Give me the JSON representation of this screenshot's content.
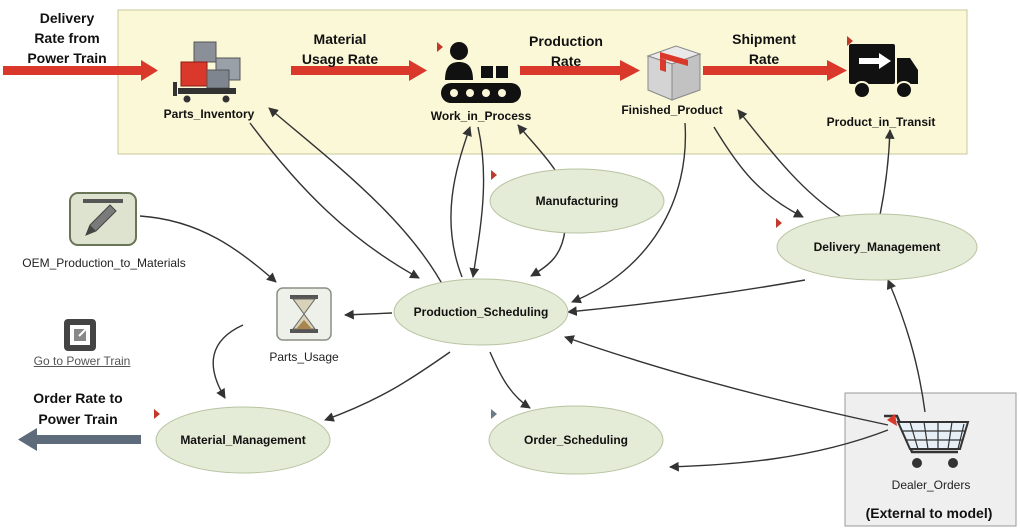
{
  "colors": {
    "model_region_fill": "#fbf8d8",
    "model_region_stroke": "#c9c79a",
    "flow_arrow": "#d9382b",
    "connector": "#333333",
    "module_fill": "#e4ebd6",
    "module_stroke": "#b8c4a2",
    "external_fill": "#efefef",
    "external_stroke": "#9a9a9a",
    "power_train_arrow": "#5d6b7a",
    "module_marker": "#c0392b"
  },
  "stocks": {
    "parts_inventory": {
      "label": "Parts_Inventory",
      "icon": "boxes-on-cart-icon"
    },
    "work_in_process": {
      "label": "Work_in_Process",
      "icon": "worker-conveyor-icon"
    },
    "finished_product": {
      "label": "Finished_Product",
      "icon": "package-box-icon"
    },
    "product_in_transit": {
      "label": "Product_in_Transit",
      "icon": "delivery-truck-icon"
    }
  },
  "flows": {
    "delivery_rate_from_power_train": "Delivery\nRate from\nPower Train",
    "material_usage_rate": "Material\nUsage Rate",
    "production_rate": "Production\nRate",
    "shipment_rate": "Shipment\nRate"
  },
  "modules": {
    "manufacturing": "Manufacturing",
    "delivery_management": "Delivery_Management",
    "production_scheduling": "Production_Scheduling",
    "material_management": "Material_Management",
    "order_scheduling": "Order_Scheduling"
  },
  "variables": {
    "oem_production_to_materials": {
      "label": "OEM_Production_to_Materials",
      "icon": "pencil-edit-icon"
    },
    "parts_usage": {
      "label": "Parts_Usage",
      "icon": "hourglass-icon"
    }
  },
  "navigation": {
    "go_to_power_train": {
      "label": "Go to Power Train",
      "icon": "window-link-icon"
    }
  },
  "outputs": {
    "order_rate_to_power_train": "Order Rate to\nPower Train"
  },
  "external": {
    "dealer_orders": {
      "label": "Dealer_Orders",
      "icon": "shopping-cart-icon"
    },
    "caption": "(External to model)"
  }
}
